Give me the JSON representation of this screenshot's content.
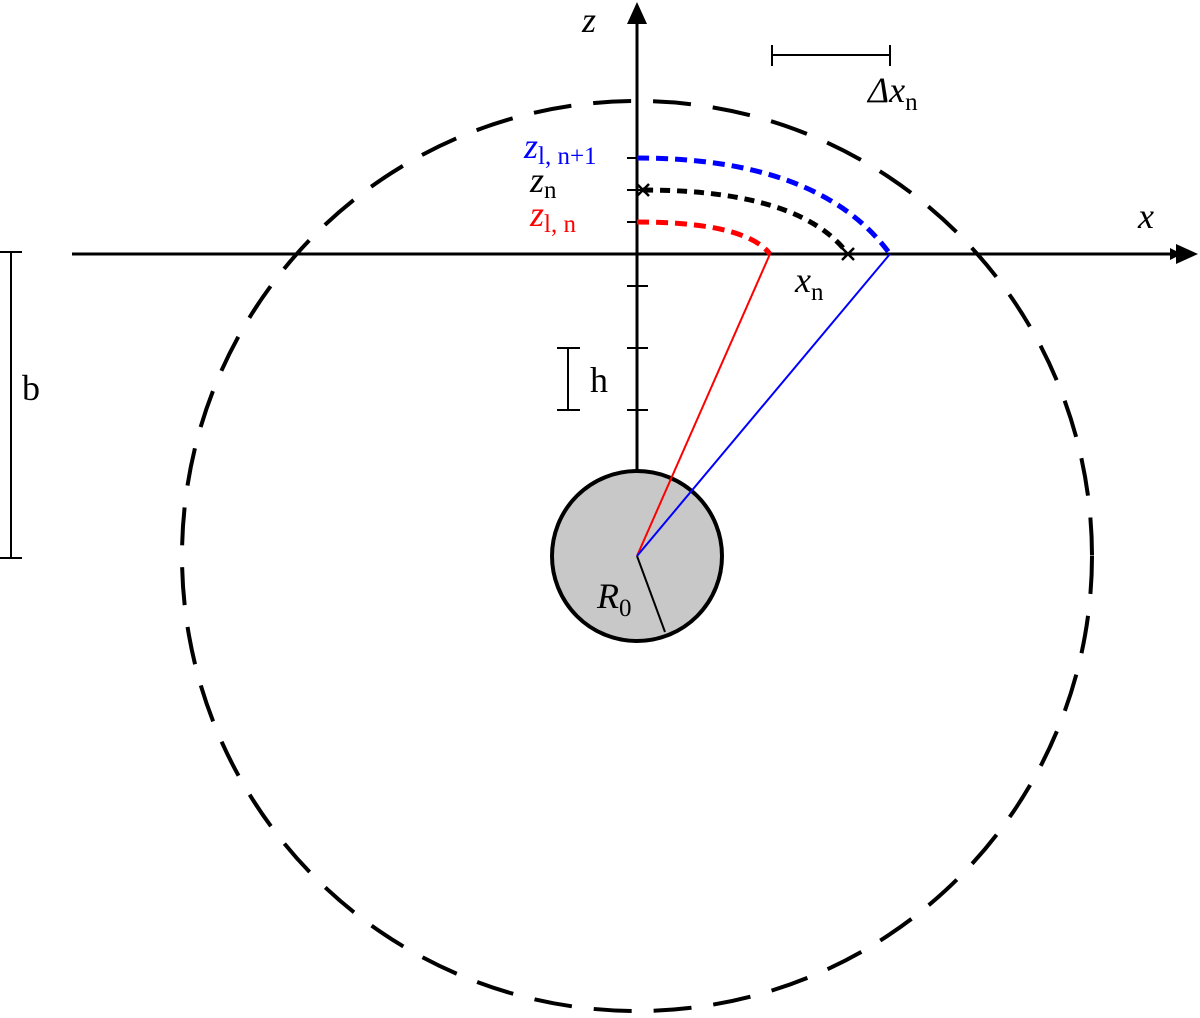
{
  "labels": {
    "z_axis": "z",
    "x_axis": "x",
    "b": "b",
    "h": "h",
    "R0_main": "R",
    "R0_sub": "0",
    "delta_xn_main": "Δx",
    "delta_xn_sub": "n",
    "xn_main": "x",
    "xn_sub": "n",
    "zn_main": "z",
    "zn_sub": "n",
    "zl_n1_main": "z",
    "zl_n1_sub": "l, n+1",
    "zl_n_main": "z",
    "zl_n_sub": "l, n"
  },
  "colors": {
    "axis": "#000000",
    "blue": "#0000ff",
    "red": "#ff0000",
    "sphere_fill": "#c8c8c8",
    "dashed_circle": "#000000"
  }
}
